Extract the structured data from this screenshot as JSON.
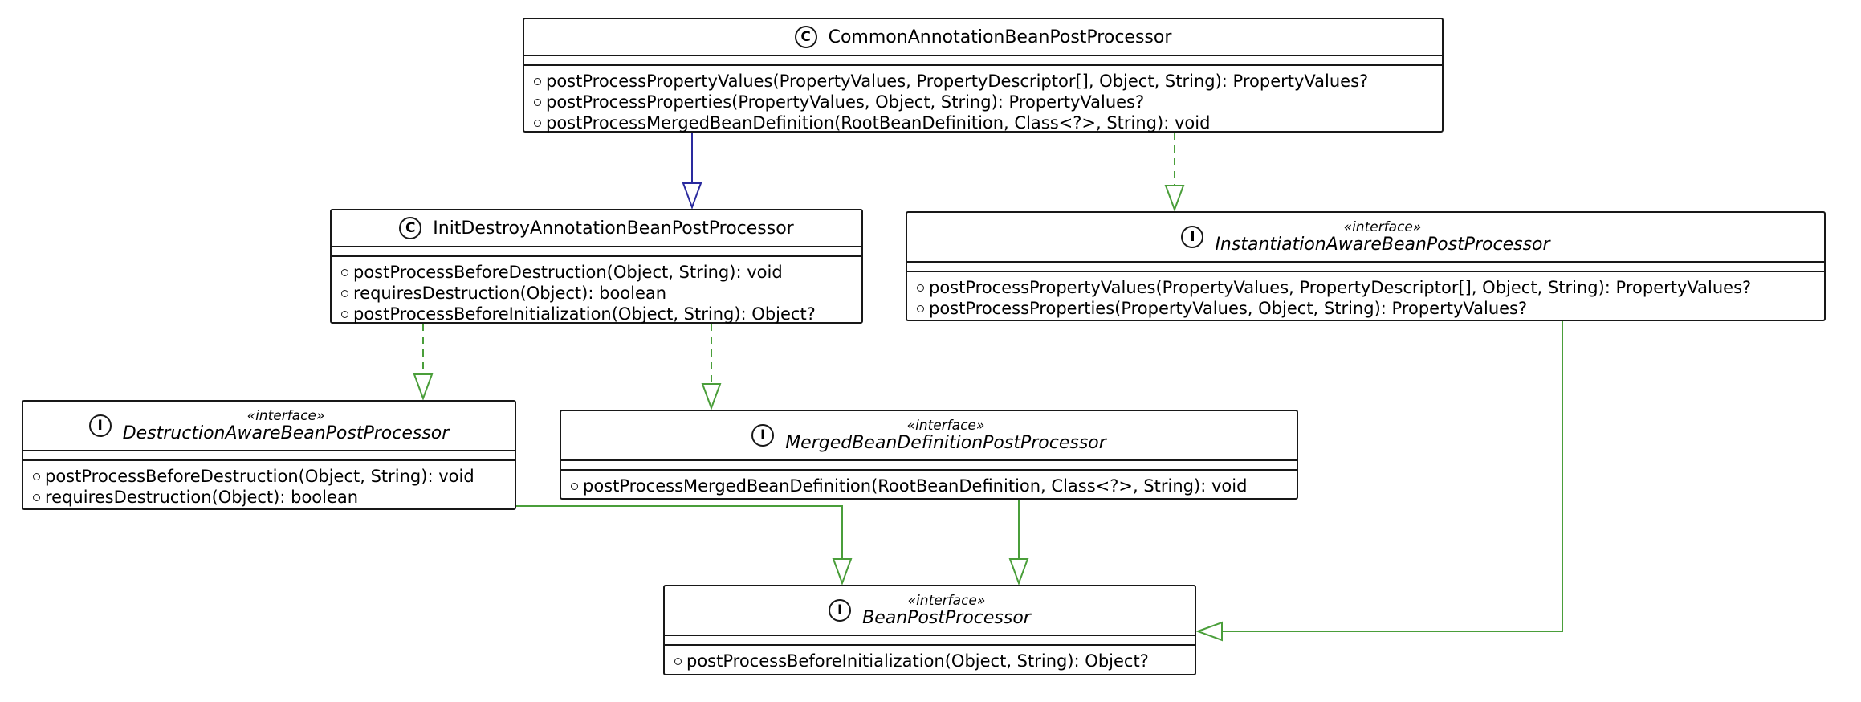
{
  "colors": {
    "extends_edge": "#2a2a9e",
    "implements_edge": "#4a9e3a",
    "border": "#181818"
  },
  "nodes": {
    "common": {
      "kind": "class",
      "badge": "C",
      "name": "CommonAnnotationBeanPostProcessor",
      "methods": [
        "postProcessPropertyValues(PropertyValues, PropertyDescriptor[], Object, String): PropertyValues?",
        "postProcessProperties(PropertyValues, Object, String): PropertyValues?",
        "postProcessMergedBeanDefinition(RootBeanDefinition, Class<?>, String): void"
      ]
    },
    "initdestroy": {
      "kind": "class",
      "badge": "C",
      "name": "InitDestroyAnnotationBeanPostProcessor",
      "methods": [
        "postProcessBeforeDestruction(Object, String): void",
        "requiresDestruction(Object): boolean",
        "postProcessBeforeInitialization(Object, String): Object?"
      ]
    },
    "instantiation": {
      "kind": "interface",
      "badge": "I",
      "stereotype": "«interface»",
      "name": "InstantiationAwareBeanPostProcessor",
      "methods": [
        "postProcessPropertyValues(PropertyValues, PropertyDescriptor[], Object, String): PropertyValues?",
        "postProcessProperties(PropertyValues, Object, String): PropertyValues?"
      ]
    },
    "destruction": {
      "kind": "interface",
      "badge": "I",
      "stereotype": "«interface»",
      "name": "DestructionAwareBeanPostProcessor",
      "methods": [
        "postProcessBeforeDestruction(Object, String): void",
        "requiresDestruction(Object): boolean"
      ]
    },
    "merged": {
      "kind": "interface",
      "badge": "I",
      "stereotype": "«interface»",
      "name": "MergedBeanDefinitionPostProcessor",
      "methods": [
        "postProcessMergedBeanDefinition(RootBeanDefinition, Class<?>, String): void"
      ]
    },
    "bpp": {
      "kind": "interface",
      "badge": "I",
      "stereotype": "«interface»",
      "name": "BeanPostProcessor",
      "methods": [
        "postProcessBeforeInitialization(Object, String): Object?"
      ]
    }
  },
  "edges": [
    {
      "from": "common",
      "to": "initdestroy",
      "type": "extends"
    },
    {
      "from": "common",
      "to": "instantiation",
      "type": "implements"
    },
    {
      "from": "initdestroy",
      "to": "destruction",
      "type": "implements"
    },
    {
      "from": "initdestroy",
      "to": "merged",
      "type": "implements"
    },
    {
      "from": "destruction",
      "to": "bpp",
      "type": "extends-interface"
    },
    {
      "from": "merged",
      "to": "bpp",
      "type": "extends-interface"
    },
    {
      "from": "instantiation",
      "to": "bpp",
      "type": "extends-interface"
    }
  ]
}
